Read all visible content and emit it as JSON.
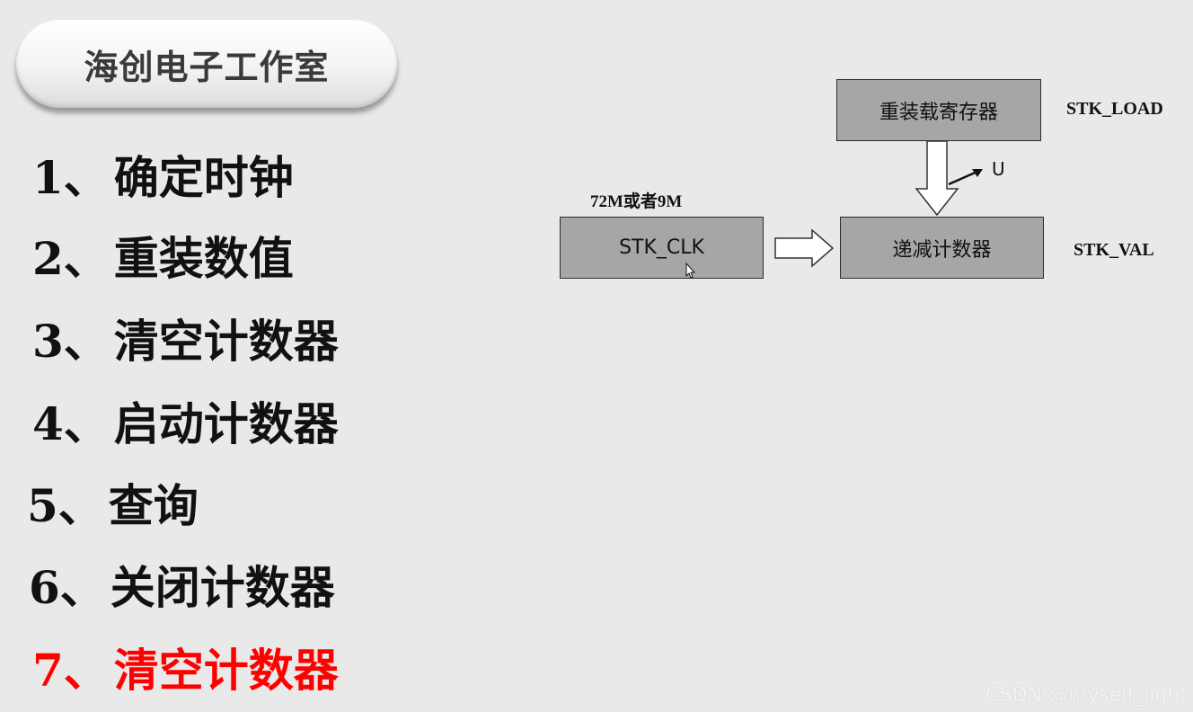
{
  "header": {
    "title": "海创电子工作室"
  },
  "steps": [
    {
      "num": "1、",
      "text": "确定时钟",
      "highlight": false
    },
    {
      "num": "2、",
      "text": "重装数值",
      "highlight": false
    },
    {
      "num": "3、",
      "text": "清空计数器",
      "highlight": false
    },
    {
      "num": "4、",
      "text": "启动计数器",
      "highlight": false
    },
    {
      "num": "5、",
      "text": "查询",
      "highlight": false
    },
    {
      "num": "6、",
      "text": "关闭计数器",
      "highlight": false
    },
    {
      "num": "7、",
      "text": "清空计数器",
      "highlight": true
    }
  ],
  "diagram": {
    "reload_box": "重装载寄存器",
    "reload_reg": "STK_LOAD",
    "clk_box": "STK_CLK",
    "clk_freq": "72M或者9M",
    "counter_box": "递减计数器",
    "counter_reg": "STK_VAL",
    "u_label": "U"
  },
  "colors": {
    "highlight": "#ff0000",
    "box_fill": "#a6a6a6",
    "background": "#e9e9e9"
  },
  "watermark": "CSDN @myself_light"
}
